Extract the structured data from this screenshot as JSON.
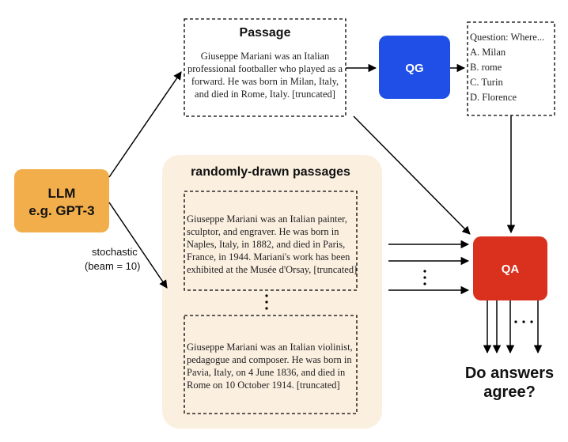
{
  "llm": {
    "line1": "LLM",
    "line2": "e.g. GPT-3",
    "color": "#f2ae4a"
  },
  "stochastic_label": {
    "line1": "stochastic",
    "line2": "(beam = 10)"
  },
  "passage": {
    "title": "Passage",
    "lines": [
      "Giuseppe Mariani was an Italian",
      "professional footballer who played as a",
      "forward. He was born in Milan, Italy,",
      "and died in Rome, Italy. [truncated]"
    ]
  },
  "qg": {
    "label": "QG",
    "color": "#1f4fe6"
  },
  "question": {
    "lines": [
      "Question: Where...",
      "A. Milan",
      "B. rome",
      "C. Turin",
      "D. Florence"
    ]
  },
  "random_passages": {
    "title": "randomly-drawn passages",
    "bg_color": "#fbefe0",
    "passage1": [
      "Giuseppe Mariani was an Italian painter,",
      "sculptor, and engraver. He was born in",
      "Naples, Italy, in 1882, and died in Paris,",
      "France, in 1944. Mariani's work has been",
      "exhibited at the Musée d'Orsay, [truncated]"
    ],
    "passage2": [
      "Giuseppe Mariani was an Italian violinist,",
      "pedagogue and composer. He was born in",
      "Pavia, Italy, on 4 June 1836, and died in",
      "Rome on 10 October 1914. [truncated]"
    ]
  },
  "qa": {
    "label": "QA",
    "color": "#d9311e"
  },
  "conclusion": {
    "line1": "Do answers",
    "line2": "agree?"
  }
}
